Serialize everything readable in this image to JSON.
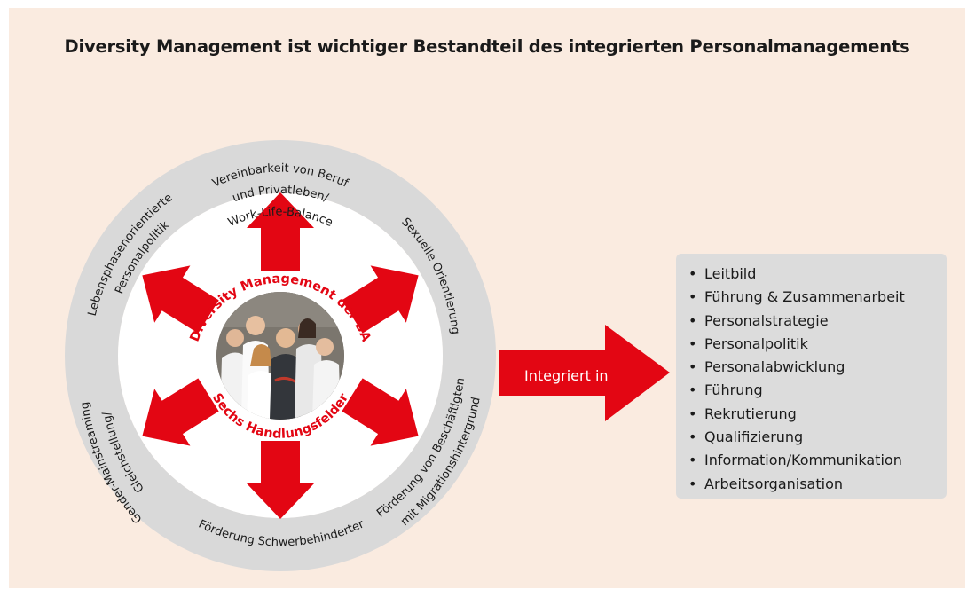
{
  "title": "Diversity Management ist wichtiger Bestandteil des integrierten Personalmanagements",
  "center": {
    "top_label": "Diversity Management der BA",
    "bottom_label": "Sechs Handlungsfelder"
  },
  "fields": {
    "top": [
      "Vereinbarkeit von Beruf",
      "und Privatleben/",
      "Work-Life-Balance"
    ],
    "top_left": [
      "Lebensphasenorientierte",
      "Personalpolitik"
    ],
    "top_right": "Sexuelle Orientierung",
    "bottom_left": [
      "Gleichstellung/",
      "Gender-Mainstreaming"
    ],
    "bottom": "Förderung Schwerbehinderter",
    "bottom_right": [
      "Förderung von Beschäftigten",
      "mit Migrationshintergrund"
    ]
  },
  "connector_label": "Integriert in",
  "integration_items": [
    "Leitbild",
    "Führung & Zusammenarbeit",
    "Personalstrategie",
    "Personalpolitik",
    "Personalabwicklung",
    "Führung",
    "Rekrutierung",
    "Qualifizierung",
    "Information/Kommunikation",
    "Arbeitsorganisation"
  ],
  "bullet": "•",
  "colors": {
    "background": "#faebe0",
    "ring": "#d9d9d9",
    "accent_red": "#e30613",
    "text": "#1a1a1a",
    "list_box": "#dcdcdc"
  }
}
